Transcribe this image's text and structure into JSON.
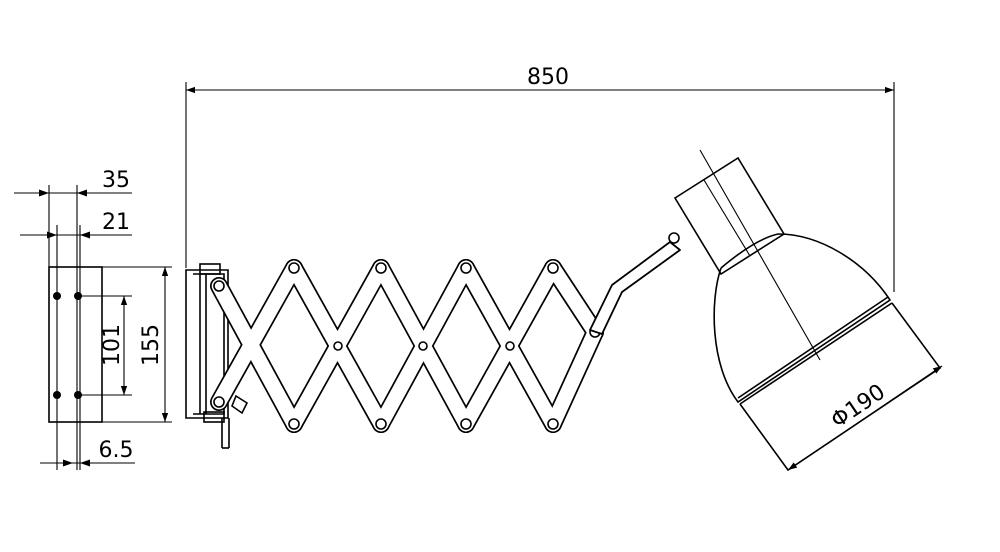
{
  "dimensions": {
    "overall_length": "850",
    "plate_depth": "35",
    "plate_offset": "21",
    "hole_spacing": "101",
    "plate_height": "155",
    "hole_offset": "6.5",
    "shade_diameter": "Φ190"
  },
  "colors": {
    "line": "#000000",
    "background": "#ffffff"
  }
}
